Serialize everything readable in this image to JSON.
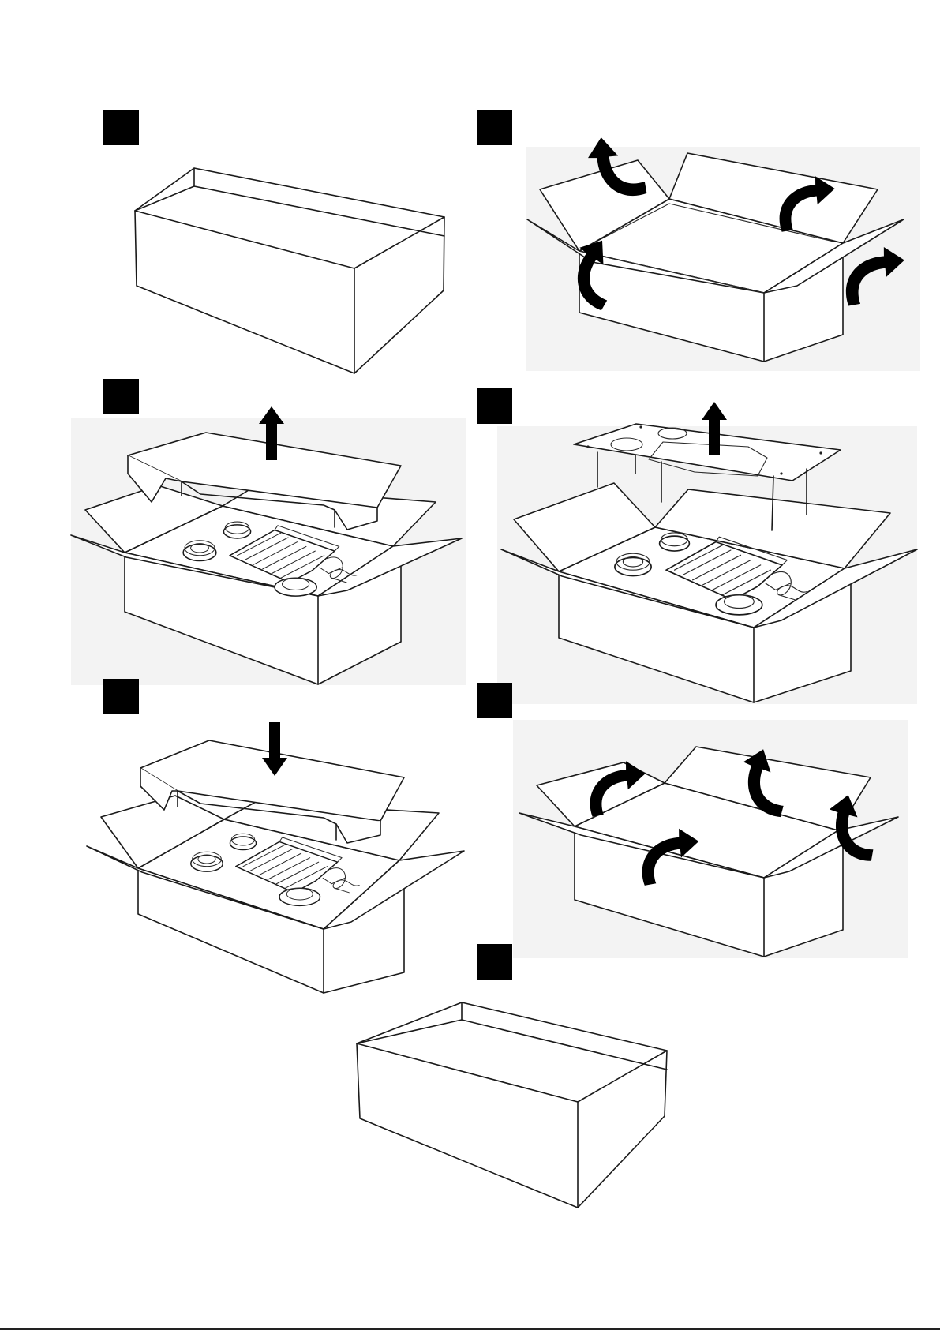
{
  "diagram": {
    "type": "unpacking-steps",
    "step_markers": [
      {
        "name": "step-1-marker",
        "color": "#000000"
      },
      {
        "name": "step-2-marker",
        "color": "#000000"
      },
      {
        "name": "step-3-marker",
        "color": "#000000"
      },
      {
        "name": "step-4-marker",
        "color": "#000000"
      },
      {
        "name": "step-5-marker",
        "color": "#000000"
      },
      {
        "name": "step-6-marker",
        "color": "#000000"
      },
      {
        "name": "step-7-marker",
        "color": "#000000"
      }
    ],
    "steps": [
      {
        "id": 1,
        "content": "closed-box-icon"
      },
      {
        "id": 2,
        "content": "open-flaps-icon"
      },
      {
        "id": 3,
        "content": "lift-top-insert-icon"
      },
      {
        "id": 4,
        "content": "lift-base-tray-icon"
      },
      {
        "id": 5,
        "content": "lower-top-insert-icon"
      },
      {
        "id": 6,
        "content": "close-flaps-icon"
      },
      {
        "id": 7,
        "content": "closed-box-icon"
      }
    ],
    "colors": {
      "line": "#1a1a1a",
      "marker": "#000000",
      "background": "#ffffff"
    }
  }
}
